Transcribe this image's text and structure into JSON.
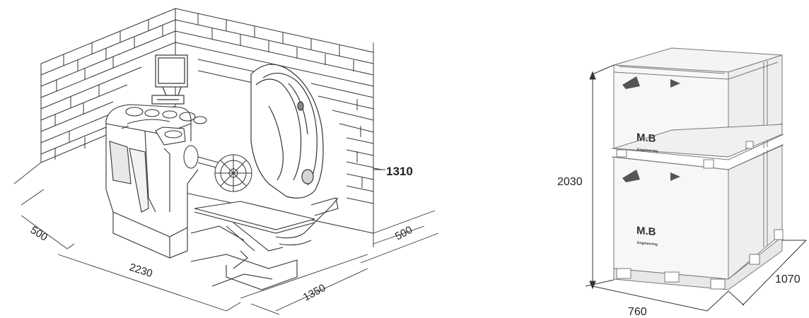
{
  "left_figure": {
    "dimensions": {
      "height": "1310",
      "depth_left": "500",
      "width": "2230",
      "depth": "1350",
      "clearance_right": "500"
    }
  },
  "right_figure": {
    "dimensions": {
      "height": "2030",
      "width": "760",
      "depth": "1070"
    },
    "logo_top": {
      "main": "M.B",
      "sub": "Engineering"
    },
    "logo_bottom": {
      "main": "M.B",
      "sub": "Engineering"
    }
  }
}
